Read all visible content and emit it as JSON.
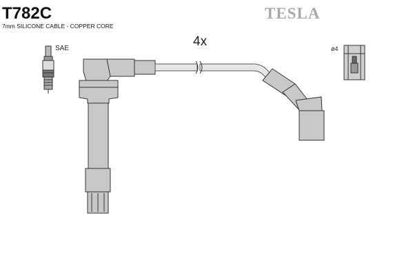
{
  "header": {
    "part_code": "T782C",
    "subtitle": "7mm SILICONE CABLE - COPPER CORE",
    "brand": "TESLA"
  },
  "drawing": {
    "quantity_label": "4x",
    "spark_plug_label": "SAE",
    "terminal_label": "ø4"
  },
  "colors": {
    "part_fill": "#c8c8c8",
    "outline": "#333333",
    "brand": "#a9a9a9"
  }
}
